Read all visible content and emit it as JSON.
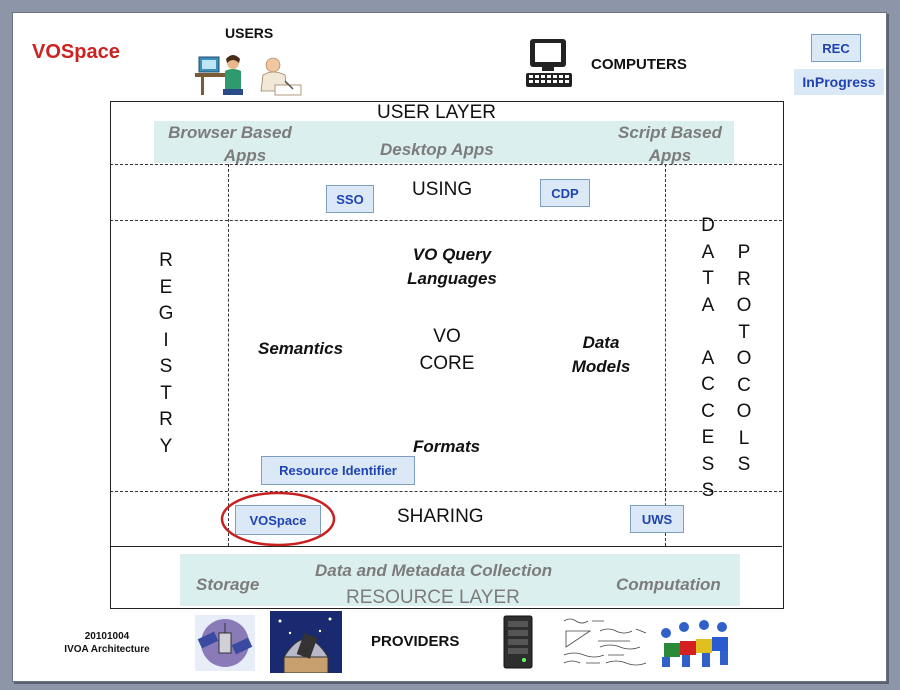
{
  "header": {
    "title": "VOSpace",
    "users_label": "USERS",
    "computers_label": "COMPUTERS",
    "rec_badge": "REC",
    "inprogress_badge": "InProgress"
  },
  "user_layer": {
    "title": "USER LAYER",
    "browser_apps": [
      "Browser Based",
      "Apps"
    ],
    "desktop_apps": "Desktop Apps",
    "script_apps": [
      "Script Based",
      "Apps"
    ]
  },
  "using": {
    "label": "USING",
    "sso": "SSO",
    "cdp": "CDP"
  },
  "core": {
    "registry_letters": [
      "R",
      "E",
      "G",
      "I",
      "S",
      "T",
      "R",
      "Y"
    ],
    "vo_query": [
      "VO Query",
      "Languages"
    ],
    "semantics": "Semantics",
    "vo_core": [
      "VO",
      "CORE"
    ],
    "data_models": [
      "Data",
      "Models"
    ],
    "formats": "Formats",
    "resource_identifier": "Resource Identifier",
    "data_access_letters": [
      "D",
      "A",
      "T",
      "A",
      "",
      "A",
      "C",
      "C",
      "E",
      "S",
      "S"
    ],
    "protocols_letters": [
      "P",
      "R",
      "O",
      "T",
      "O",
      "C",
      "O",
      "L",
      "S"
    ]
  },
  "sharing": {
    "label": "SHARING",
    "vospace": "VOSpace",
    "uws": "UWS"
  },
  "resource_layer": {
    "storage": "Storage",
    "collection": "Data and Metadata Collection",
    "computation": "Computation",
    "title": "RESOURCE LAYER"
  },
  "footer": {
    "date": "20101004",
    "doc": "IVOA Architecture",
    "providers_label": "PROVIDERS"
  },
  "colors": {
    "title_red": "#cc2222",
    "badge_text": "#1f44b0",
    "badge_bg": "#dbe8f5",
    "band_bg": "#dcefef",
    "highlight_ellipse": "#c82020"
  }
}
